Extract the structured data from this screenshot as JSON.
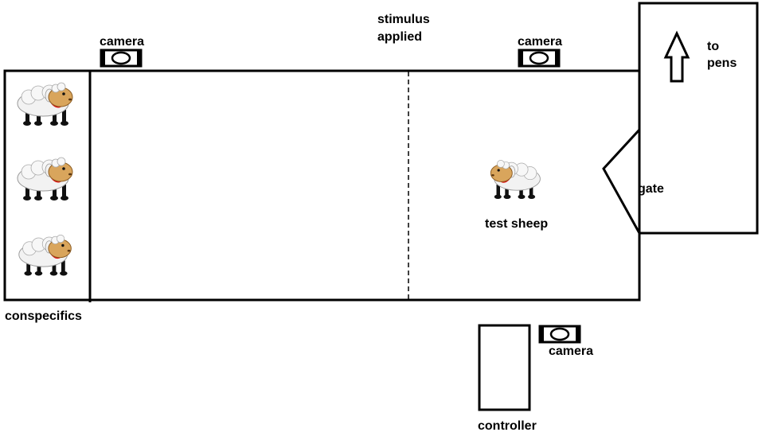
{
  "labels": {
    "camera_left": "camera",
    "camera_right": "camera",
    "camera_bottom": "camera",
    "stimulus_line1": "stimulus",
    "stimulus_line2": "applied",
    "to_pens_line1": "to",
    "to_pens_line2": "pens",
    "gate": "gate",
    "test_sheep": "test sheep",
    "conspecifics": "conspecifics",
    "controller": "controller"
  },
  "icons": [
    "camera-icon",
    "sheep-icon",
    "arrow-up-icon"
  ],
  "colors": {
    "line": "#000000",
    "sheep_face": "#d9a55c",
    "sheep_wool": "#f2f2f2",
    "sheep_collar": "#e01010"
  }
}
